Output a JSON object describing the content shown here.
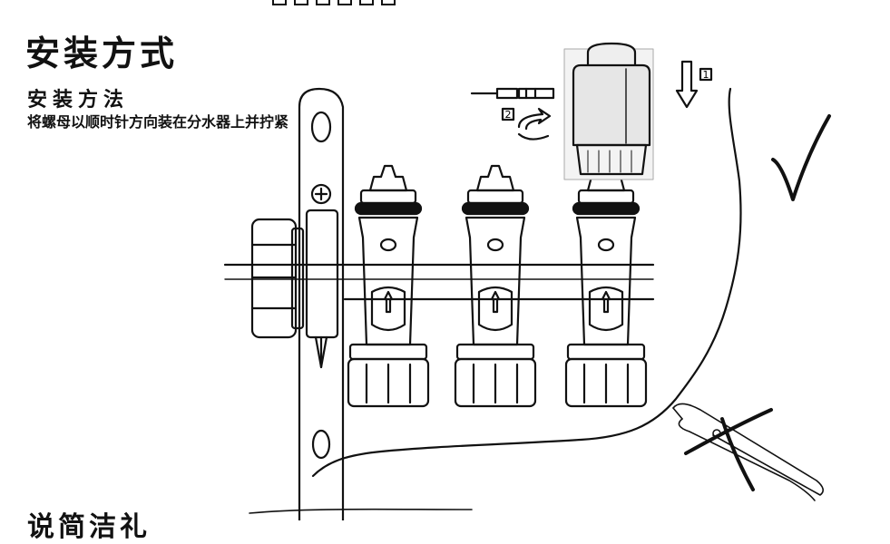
{
  "heading": {
    "title": "安装方式",
    "subtitle": "安装方法",
    "description": "将螺母以顺时针方向装在分水器上并拧紧"
  },
  "steps": [
    {
      "number": "1"
    },
    {
      "number": "2"
    }
  ],
  "marks": {
    "correct": "check-mark",
    "wrong": "cross-mark"
  },
  "footer": {
    "partial_text": "说简洁礼"
  },
  "colors": {
    "line": "#111111",
    "actuator_fill": "#eeeeee",
    "background": "#ffffff"
  }
}
